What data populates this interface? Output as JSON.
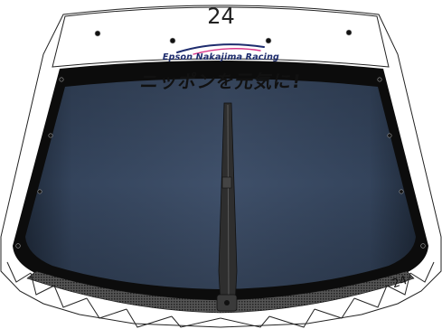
{
  "car_number": "24",
  "sponsor_brand": "Epson Nakajima Racing",
  "slogan": "ニッポンを元気に!",
  "corner_number": "24",
  "colors": {
    "banner": "#ffffff",
    "glass": "#3c4d66",
    "glass_edge": "#1b2433",
    "frame": "#0c0c0c",
    "wiper": "#3a3a3a",
    "brand_blue": "#1e2c6e",
    "brand_pink": "#d9368a"
  },
  "icons": [
    "rivet-icon",
    "swoosh-logo-icon"
  ]
}
